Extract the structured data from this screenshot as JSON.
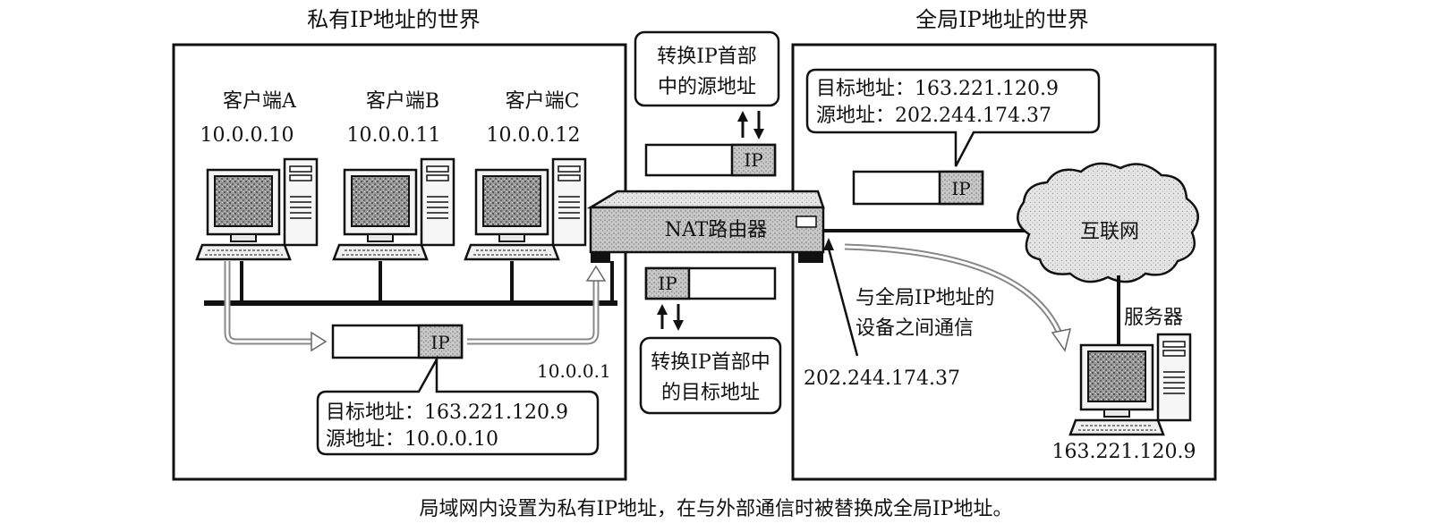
{
  "titles": {
    "private_world": "私有IP地址的世界",
    "global_world": "全局IP地址的世界"
  },
  "clients": [
    {
      "name": "客户端A",
      "ip": "10.0.0.10"
    },
    {
      "name": "客户端B",
      "ip": "10.0.0.11"
    },
    {
      "name": "客户端C",
      "ip": "10.0.0.12"
    }
  ],
  "router": {
    "label": "NAT路由器",
    "inner_ip": "10.0.0.1",
    "outer_ip": "202.244.174.37"
  },
  "packet_label": "IP",
  "callouts": {
    "top_line1": "转换IP首部",
    "top_line2": "中的源地址",
    "bottom_line1": "转换IP首部中",
    "bottom_line2": "的目标地址",
    "left_dst": "目标地址：163.221.120.9",
    "left_src": "源地址：10.0.0.10",
    "right_dst": "目标地址：163.221.120.9",
    "right_src": "源地址：202.244.174.37"
  },
  "internet_label": "互联网",
  "server": {
    "label": "服务器",
    "ip": "163.221.120.9"
  },
  "comm_note": {
    "line1": "与全局IP地址的",
    "line2": "设备之间通信"
  },
  "caption": "局域网内设置为私有IP地址，在与外部通信时被替换成全局IP地址。"
}
